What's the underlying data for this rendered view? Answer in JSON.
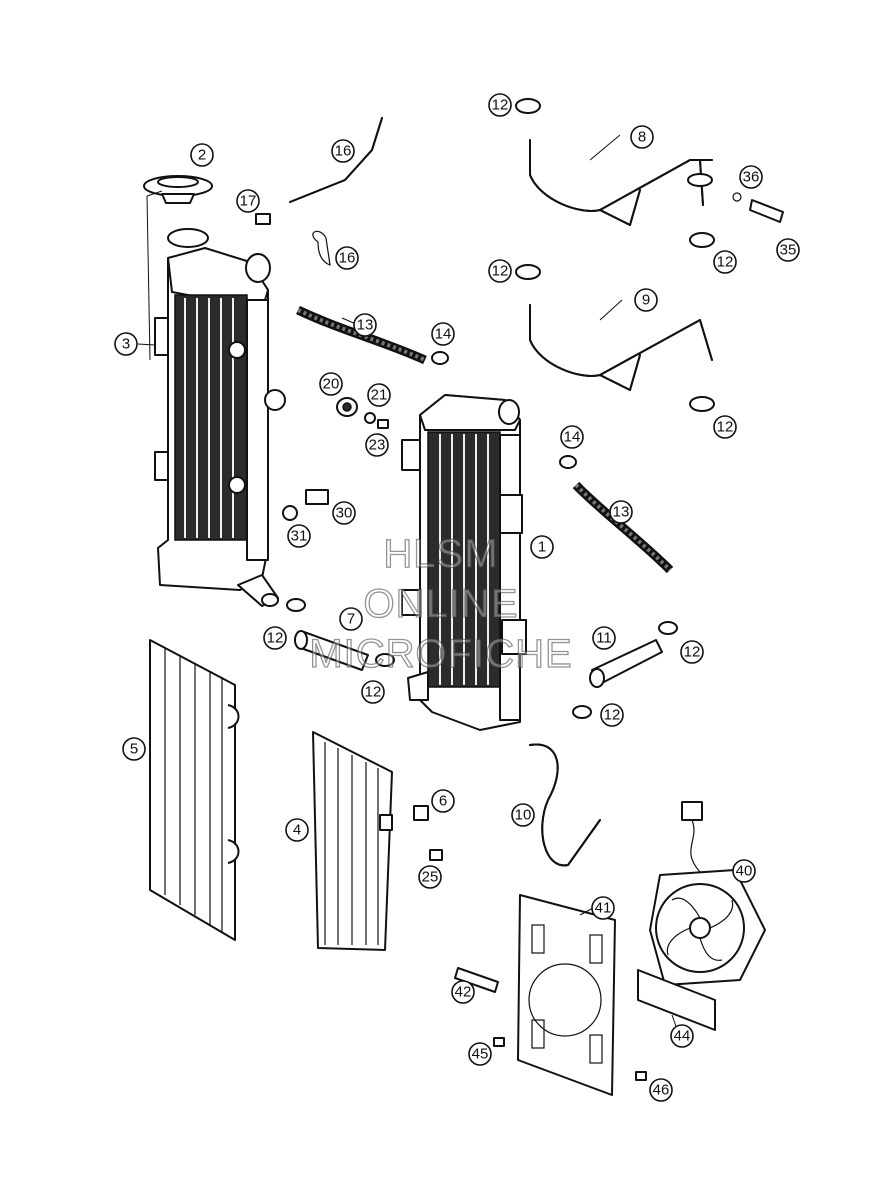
{
  "watermark": [
    "HLSM",
    "ONLINE",
    "MICROFICHE"
  ],
  "callouts": [
    "2",
    "16",
    "17",
    "16",
    "3",
    "13",
    "14",
    "20",
    "21",
    "23",
    "30",
    "31",
    "1",
    "12",
    "7",
    "12",
    "5",
    "4",
    "6",
    "25",
    "12",
    "8",
    "36",
    "35",
    "12",
    "12",
    "9",
    "12",
    "14",
    "13",
    "11",
    "12",
    "12",
    "10",
    "40",
    "41",
    "42",
    "44",
    "45",
    "46"
  ],
  "icons": [
    "radiator-left",
    "radiator-right",
    "radiator-cap",
    "radiator-shroud-left",
    "radiator-shroud-right",
    "hose-clamp",
    "coolant-hose",
    "y-hose",
    "cooling-fan",
    "fan-bracket"
  ]
}
